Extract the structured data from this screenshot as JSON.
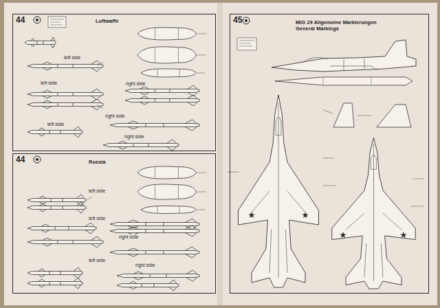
{
  "diagram": {
    "nodes": [
      {
        "text": [
          "44",
          "Luftwaffe"
        ]
      },
      {
        "text": [
          "44",
          "Russia"
        ]
      },
      {
        "text": [
          "45",
          "MiG 29 Allgemeine Markierungen",
          "General Markings"
        ]
      }
    ],
    "labels": [
      "left side",
      "right side",
      "left side",
      "left side",
      "right side",
      "right side",
      "left side",
      "left side",
      "right side",
      "left side",
      "right side"
    ]
  }
}
